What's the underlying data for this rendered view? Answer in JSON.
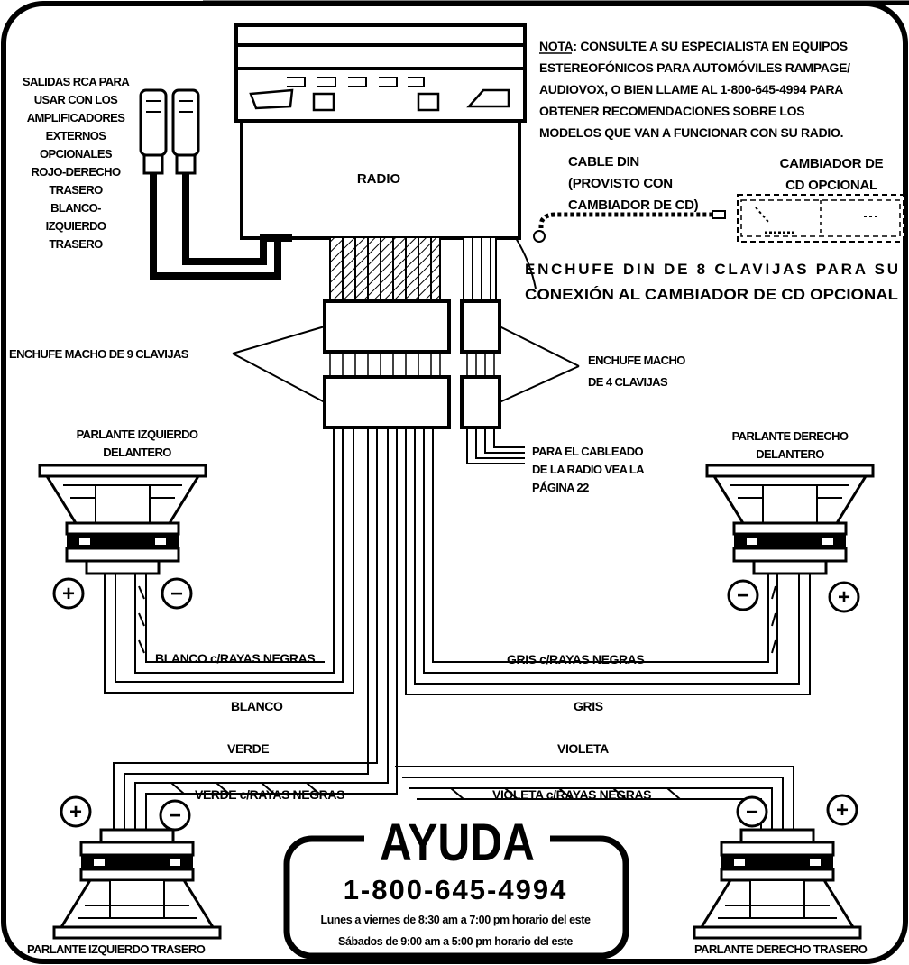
{
  "note": {
    "lines": [
      "NOTA: CONSULTE A SU ESPECIALISTA EN EQUIPOS",
      "ESTEREOFÓNICOS PARA AUTOMÓVILES RAMPAGE/",
      "AUDIOVOX, O BIEN LLAME AL 1-800-645-4994 PARA",
      "OBTENER RECOMENDACIONES SOBRE LOS",
      "MODELOS QUE VAN A FUNCIONAR CON SU RADIO."
    ]
  },
  "rca_outputs": {
    "lines": [
      "SALIDAS RCA PARA",
      "USAR CON LOS",
      "AMPLIFICADORES",
      "EXTERNOS",
      "OPCIONALES",
      "ROJO-DERECHO",
      "TRASERO",
      "BLANCO-",
      "IZQUIERDO",
      "TRASERO"
    ]
  },
  "radio_label": "RADIO",
  "din_cable": {
    "lines": [
      "CABLE DIN",
      "(PROVISTO CON",
      "CAMBIADOR DE CD)"
    ]
  },
  "cd_changer": {
    "lines": [
      "CAMBIADOR DE",
      "CD OPCIONAL"
    ]
  },
  "din_plug": {
    "lines": [
      "ENCHUFE DIN DE 8 CLAVIJAS PARA SU",
      "CONEXIÓN AL CAMBIADOR DE CD OPCIONAL"
    ]
  },
  "connector_9pin": "ENCHUFE MACHO DE 9 CLAVIJAS",
  "connector_4pin": {
    "lines": [
      "ENCHUFE MACHO",
      "DE 4 CLAVIJAS"
    ]
  },
  "radio_wiring": {
    "lines": [
      "PARA EL CABLEADO",
      "DE LA RADIO VEA LA",
      "PÁGINA 22"
    ]
  },
  "speakers": {
    "front_left": {
      "lines": [
        "PARLANTE IZQUIERDO",
        "DELANTERO"
      ]
    },
    "front_right": {
      "lines": [
        "PARLANTE DERECHO",
        "DELANTERO"
      ]
    },
    "rear_left": "PARLANTE IZQUIERDO TRASERO",
    "rear_right": "PARLANTE DERECHO TRASERO"
  },
  "polarity": {
    "plus": "+",
    "minus": "−"
  },
  "wires": {
    "white_striped": "BLANCO c/RAYAS NEGRAS",
    "white": "BLANCO",
    "gray_striped": "GRIS c/RAYAS NEGRAS",
    "gray": "GRIS",
    "green": "VERDE",
    "green_striped": "VERDE c/RAYAS NEGRAS",
    "violet": "VIOLETA",
    "violet_striped": "VIOLETA c/RAYAS NEGRAS"
  },
  "help": {
    "title": "AYUDA",
    "phone": "1-800-645-4994",
    "hours_weekday": "Lunes a viernes de 8:30 am a 7:00 pm horario del este",
    "hours_saturday": "Sábados de 9:00 am a 5:00 pm horario del este"
  }
}
